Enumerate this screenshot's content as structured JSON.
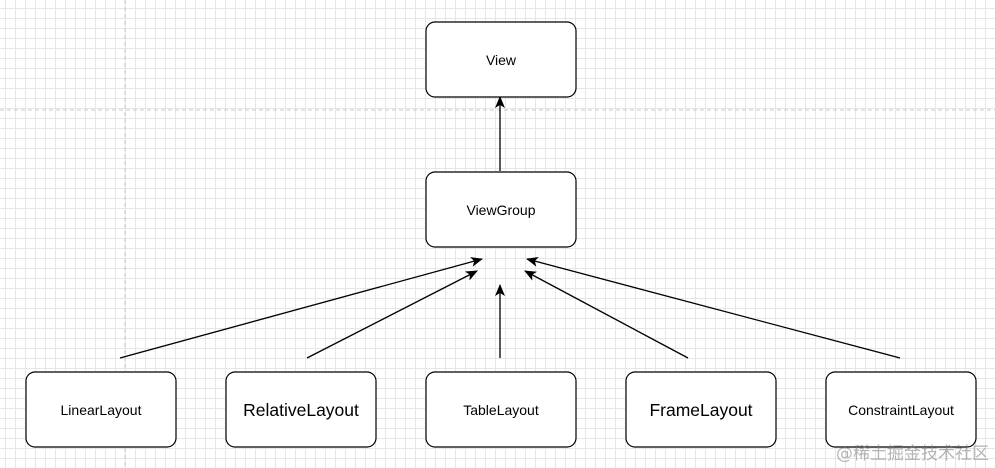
{
  "diagram": {
    "nodes": [
      {
        "id": "view",
        "label": "View"
      },
      {
        "id": "viewgroup",
        "label": "ViewGroup"
      },
      {
        "id": "linearlayout",
        "label": "LinearLayout"
      },
      {
        "id": "relativelayout",
        "label": "RelativeLayout"
      },
      {
        "id": "tablelayout",
        "label": "TableLayout"
      },
      {
        "id": "framelayout",
        "label": "FrameLayout"
      },
      {
        "id": "constraintlayout",
        "label": "ConstraintLayout"
      }
    ],
    "edges": [
      {
        "from": "viewgroup",
        "to": "view"
      },
      {
        "from": "linearlayout",
        "to": "viewgroup"
      },
      {
        "from": "relativelayout",
        "to": "viewgroup"
      },
      {
        "from": "tablelayout",
        "to": "viewgroup"
      },
      {
        "from": "framelayout",
        "to": "viewgroup"
      },
      {
        "from": "constraintlayout",
        "to": "viewgroup"
      }
    ]
  },
  "watermark": "@稀土掘金技术社区"
}
